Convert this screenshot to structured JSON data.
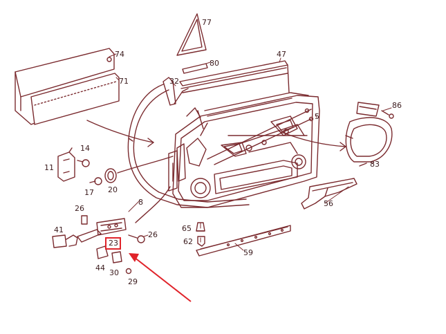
{
  "colors": {
    "line": "#7a2a2e",
    "label": "#3a1a1c",
    "highlight": "#e0232a"
  },
  "callouts": [
    {
      "id": "p77",
      "text": "77"
    },
    {
      "id": "p74",
      "text": "74"
    },
    {
      "id": "p80",
      "text": "80"
    },
    {
      "id": "p47",
      "text": "47"
    },
    {
      "id": "p71",
      "text": "71"
    },
    {
      "id": "p32",
      "text": "32"
    },
    {
      "id": "p5",
      "text": "5"
    },
    {
      "id": "p86",
      "text": "86"
    },
    {
      "id": "p83",
      "text": "83"
    },
    {
      "id": "p14",
      "text": "14"
    },
    {
      "id": "p11",
      "text": "11"
    },
    {
      "id": "p17",
      "text": "17"
    },
    {
      "id": "p20",
      "text": "20"
    },
    {
      "id": "p8",
      "text": "8"
    },
    {
      "id": "p56",
      "text": "56"
    },
    {
      "id": "p26a",
      "text": "26"
    },
    {
      "id": "p41",
      "text": "41"
    },
    {
      "id": "p26b",
      "text": "26"
    },
    {
      "id": "p65",
      "text": "65"
    },
    {
      "id": "p62",
      "text": "62"
    },
    {
      "id": "p23",
      "text": "23"
    },
    {
      "id": "p59",
      "text": "59"
    },
    {
      "id": "p44",
      "text": "44"
    },
    {
      "id": "p30",
      "text": "30"
    },
    {
      "id": "p29",
      "text": "29"
    }
  ]
}
